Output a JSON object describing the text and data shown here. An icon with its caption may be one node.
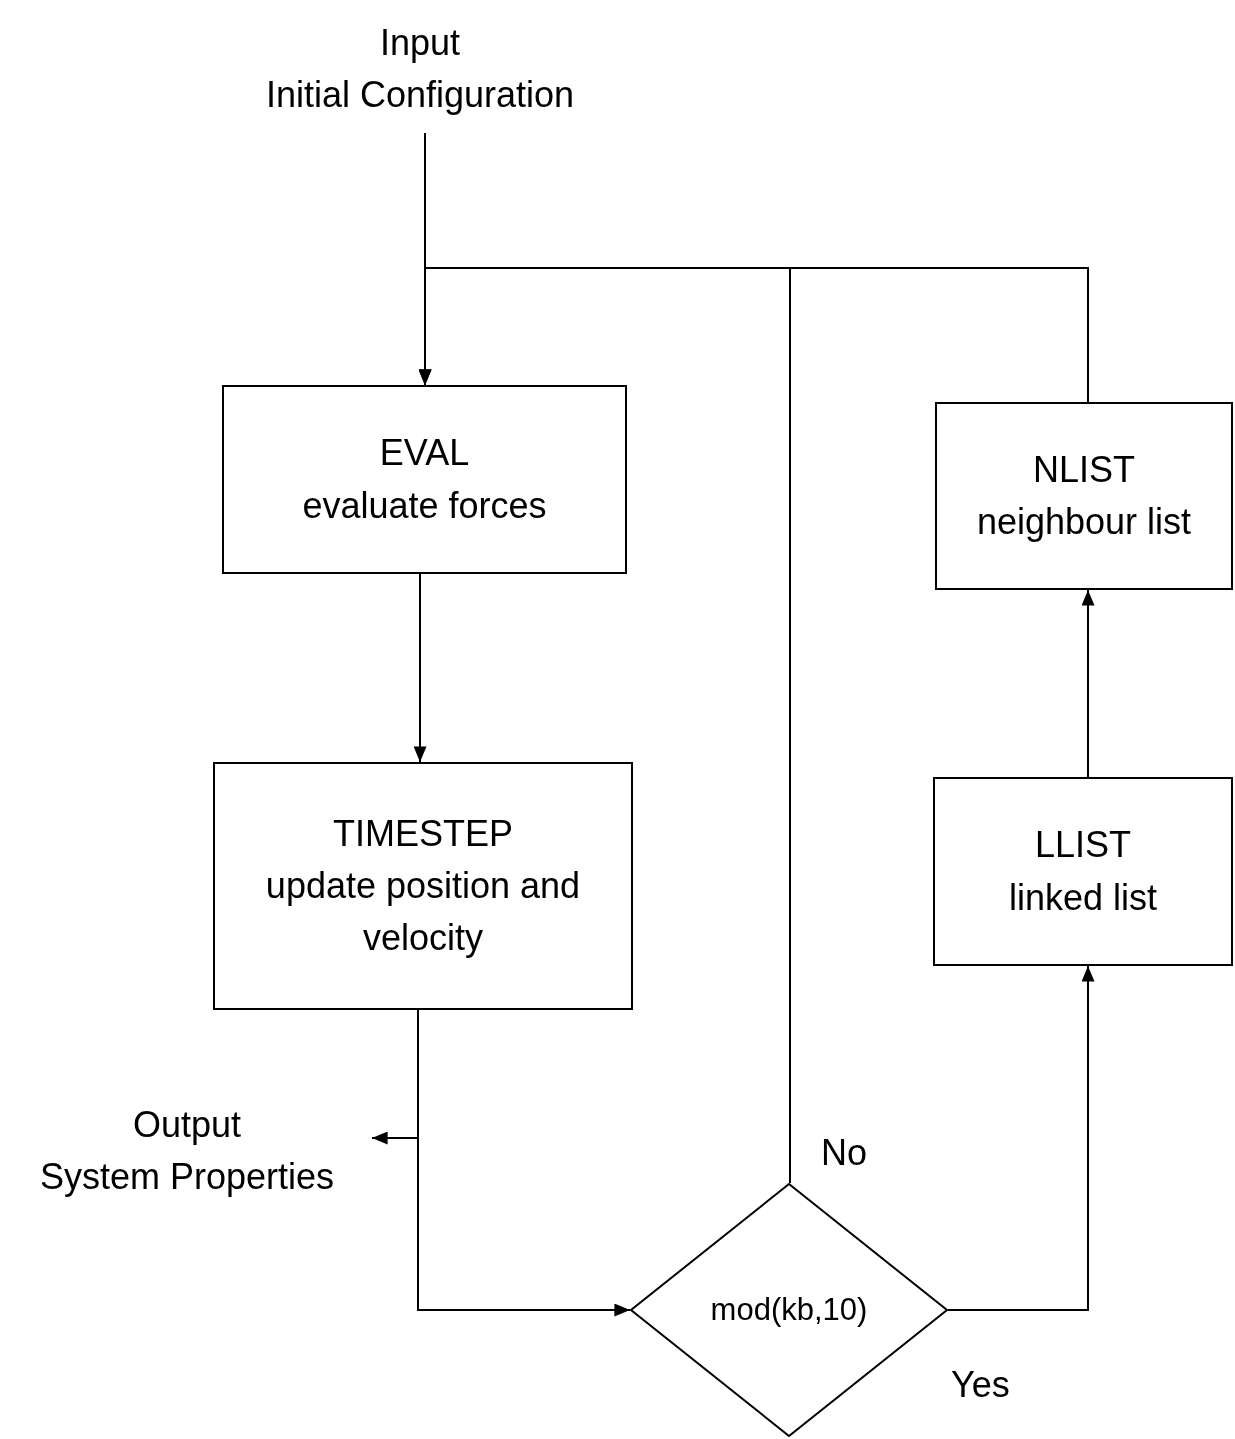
{
  "diagram": {
    "nodes": [
      {
        "text": [
          "Input",
          "Initial Configuration"
        ]
      },
      {
        "text": [
          "EVAL",
          "evaluate forces"
        ]
      },
      {
        "text": [
          "TIMESTEP",
          "update position and velocity"
        ]
      },
      {
        "text": [
          "Output",
          "System Properties"
        ]
      },
      {
        "text": [
          "mod(kb,10)"
        ]
      },
      {
        "text": [
          "NLIST",
          "neighbour list"
        ]
      },
      {
        "text": [
          "LLIST",
          "linked list"
        ]
      }
    ],
    "edges": [
      {
        "from": 0,
        "to": 1,
        "arrow": "to"
      },
      {
        "from": 1,
        "to": 2,
        "arrow": "to"
      },
      {
        "from": 2,
        "to": 3,
        "arrow": "to"
      },
      {
        "from": 2,
        "to": 4,
        "arrow": "to"
      },
      {
        "from": 4,
        "to": 1,
        "arrow": "to",
        "label": "No"
      },
      {
        "from": 4,
        "to": 6,
        "arrow": "to",
        "label": "Yes"
      },
      {
        "from": 6,
        "to": 5,
        "arrow": "to"
      },
      {
        "from": 5,
        "to": 1,
        "arrow": "to"
      }
    ]
  }
}
